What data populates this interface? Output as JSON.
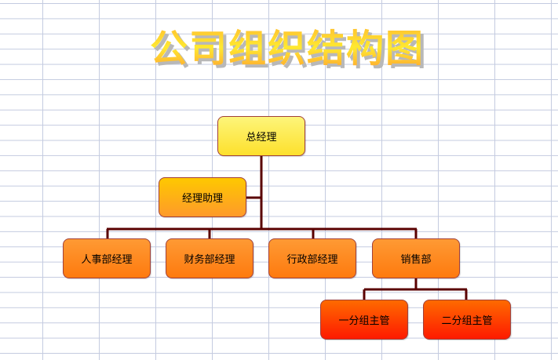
{
  "title": "公司组织结构图",
  "nodes": {
    "ceo": "总经理",
    "assistant": "经理助理",
    "hr": "人事部经理",
    "finance": "财务部经理",
    "admin": "行政部经理",
    "sales": "销售部",
    "group1": "一分组主管",
    "group2": "二分组主管"
  },
  "colors": {
    "connector": "#5a0000",
    "grid": "#c4cbe0"
  }
}
